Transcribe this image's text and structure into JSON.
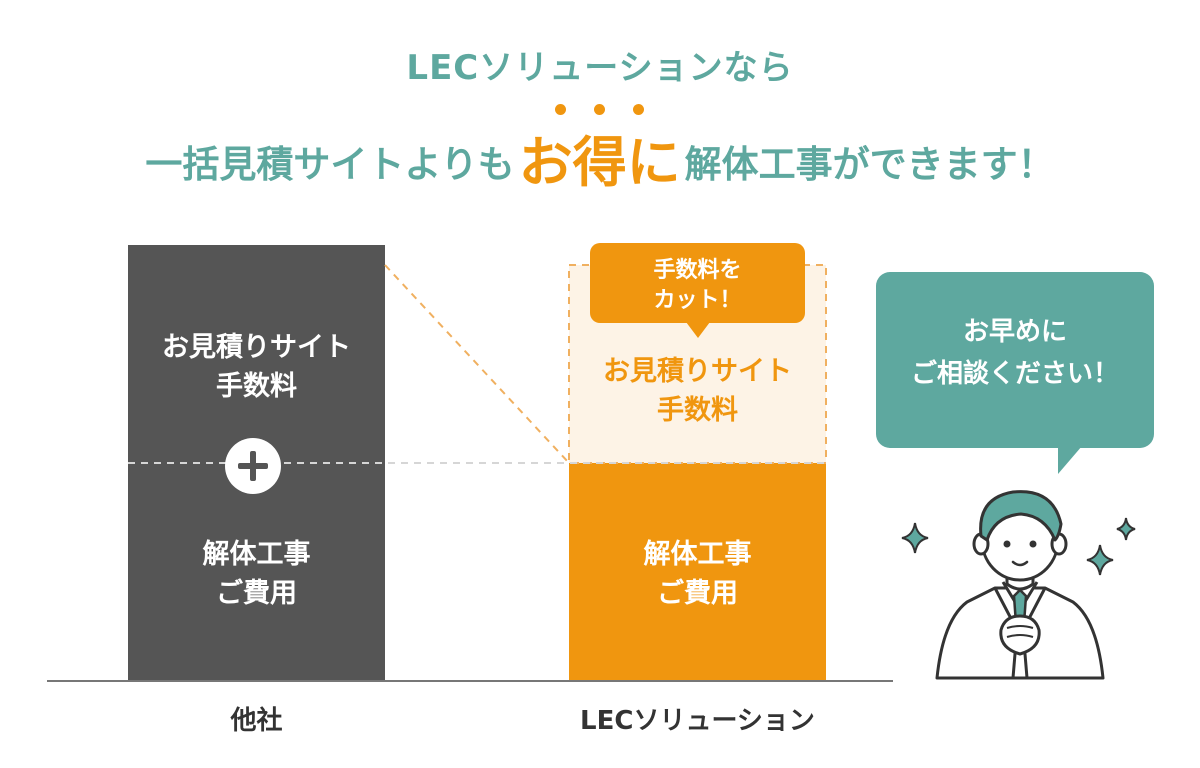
{
  "headline": {
    "line1": "LECソリューションなら",
    "line2_before": "一括見積サイトよりも",
    "line2_emphasis": "お得に",
    "line2_after": "解体工事ができます！"
  },
  "chart_data": {
    "type": "bar",
    "stacked": true,
    "categories": [
      "他社",
      "LECソリューション"
    ],
    "series": [
      {
        "name": "解体工事ご費用",
        "label_lines": [
          "解体工事",
          "ご費用"
        ],
        "values": [
          1,
          1
        ],
        "color": "#f0960f",
        "colors_by_category": [
          "#555555",
          "#f0960f"
        ]
      },
      {
        "name": "お見積りサイト手数料",
        "label_lines": [
          "お見積りサイト",
          "手数料"
        ],
        "values": [
          1,
          0
        ],
        "color": "#555555",
        "cut_label_lines": [
          "お見積りサイト",
          "手数料"
        ]
      }
    ],
    "plus_symbol": "+",
    "cut_callout_lines": [
      "手数料を",
      "カット！"
    ]
  },
  "speech": {
    "lines": [
      "お早めに",
      "ご相談ください！"
    ]
  },
  "colors": {
    "teal": "#5ea89f",
    "orange": "#f0960f",
    "gray": "#555555",
    "cut_fill": "#fdf3e6"
  },
  "illustration": {
    "icon": "businessman-icon",
    "sparkle_icon": "sparkle-icon"
  }
}
